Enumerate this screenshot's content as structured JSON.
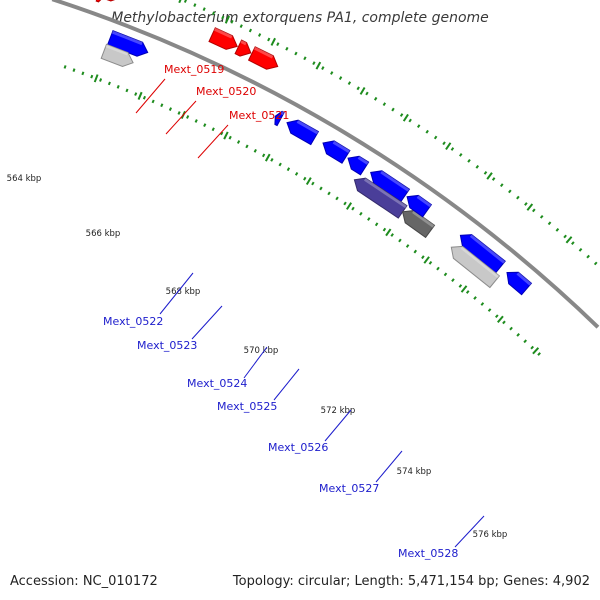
{
  "title": "Methylobacterium extorquens PA1, complete genome",
  "footer": {
    "accession": "Accession: NC_010172",
    "summary": "Topology: circular; Length: 5,471,154 bp; Genes: 4,902"
  },
  "colors": {
    "forward_cds": "#ff0000",
    "reverse_cds": "#0000ff",
    "other_forward": "#33cc33",
    "pseudogene_purple": "#4a3e99",
    "dark_grey": "#666666",
    "light_grey": "#c8c8c8",
    "backbone": "#888888",
    "ticks": "#1e8c1e",
    "label_forward": "#dd0000",
    "label_reverse": "#1c1ccc"
  },
  "scale_labels": [
    "564 kbp",
    "566 kbp",
    "568 kbp",
    "570 kbp",
    "572 kbp",
    "574 kbp",
    "576 kbp"
  ],
  "gene_labels": {
    "forward": [
      "Mext_0519",
      "Mext_0520",
      "Mext_0521"
    ],
    "reverse": [
      "Mext_0522",
      "Mext_0523",
      "Mext_0524",
      "Mext_0525",
      "Mext_0526",
      "Mext_0527",
      "Mext_0528"
    ]
  }
}
